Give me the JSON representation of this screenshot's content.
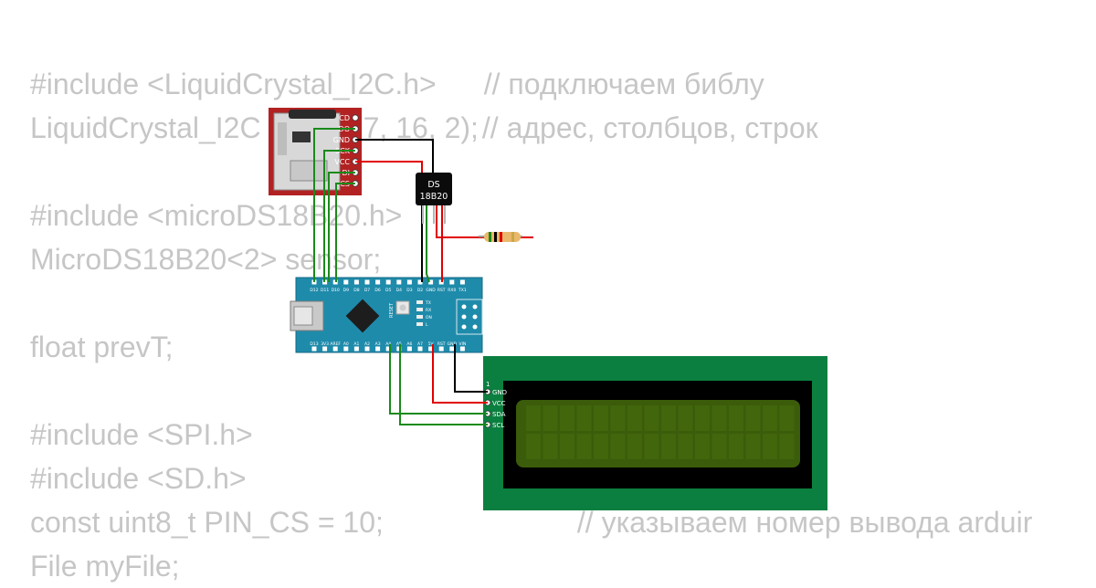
{
  "code": {
    "lines": [
      {
        "code": "#include <LiquidCrystal_I2C.h>",
        "comment": "// подключаем библу"
      },
      {
        "code": "LiquidCrystal_I2C lcd(0x27, 16, 2);",
        "comment": "// адрес, столбцов, строк"
      },
      {
        "code": "",
        "comment": ""
      },
      {
        "code": "#include <microDS18B20.h>",
        "comment": ""
      },
      {
        "code": "MicroDS18B20<2> sensor;",
        "comment": ""
      },
      {
        "code": "",
        "comment": ""
      },
      {
        "code": "float prevT;",
        "comment": ""
      },
      {
        "code": "",
        "comment": ""
      },
      {
        "code": "#include <SPI.h>",
        "comment": ""
      },
      {
        "code": "#include <SD.h>",
        "comment": ""
      },
      {
        "code": "const uint8_t PIN_CS = 10;",
        "comment": "// указываем номер вывода arduir"
      },
      {
        "code": "File myFile;",
        "comment": ""
      }
    ]
  },
  "sd_module": {
    "pins": [
      "CD",
      "DO",
      "GND",
      "SCK",
      "VCC",
      "DI",
      "CS"
    ]
  },
  "ds18b20": {
    "label_line1": "DS",
    "label_line2": "18B20"
  },
  "arduino_nano": {
    "top_pins": [
      "D12",
      "D11",
      "D10",
      "D9",
      "D8",
      "D7",
      "D6",
      "D5",
      "D4",
      "D3",
      "D2",
      "GND",
      "RST",
      "RX0",
      "TX1"
    ],
    "bottom_pins": [
      "D13",
      "3V3",
      "AREF",
      "A0",
      "A1",
      "A2",
      "A3",
      "A4",
      "A5",
      "A6",
      "A7",
      "5V",
      "RST",
      "GND",
      "VIN"
    ],
    "reset_label": "RESET",
    "led_labels": [
      "TX",
      "RX",
      "ON",
      "L"
    ]
  },
  "lcd": {
    "pin1_label": "1",
    "pins": [
      "GND",
      "VCC",
      "SDA",
      "SCL"
    ]
  },
  "colors": {
    "wire_red": "#e00000",
    "wire_green": "#1a8a1a",
    "wire_black": "#000000",
    "sd_board": "#b22222",
    "nano_board": "#1f8bab",
    "lcd_board": "#0b7f3f",
    "lcd_screen": "#3b5c0a",
    "code_text": "#c6c6c6"
  }
}
